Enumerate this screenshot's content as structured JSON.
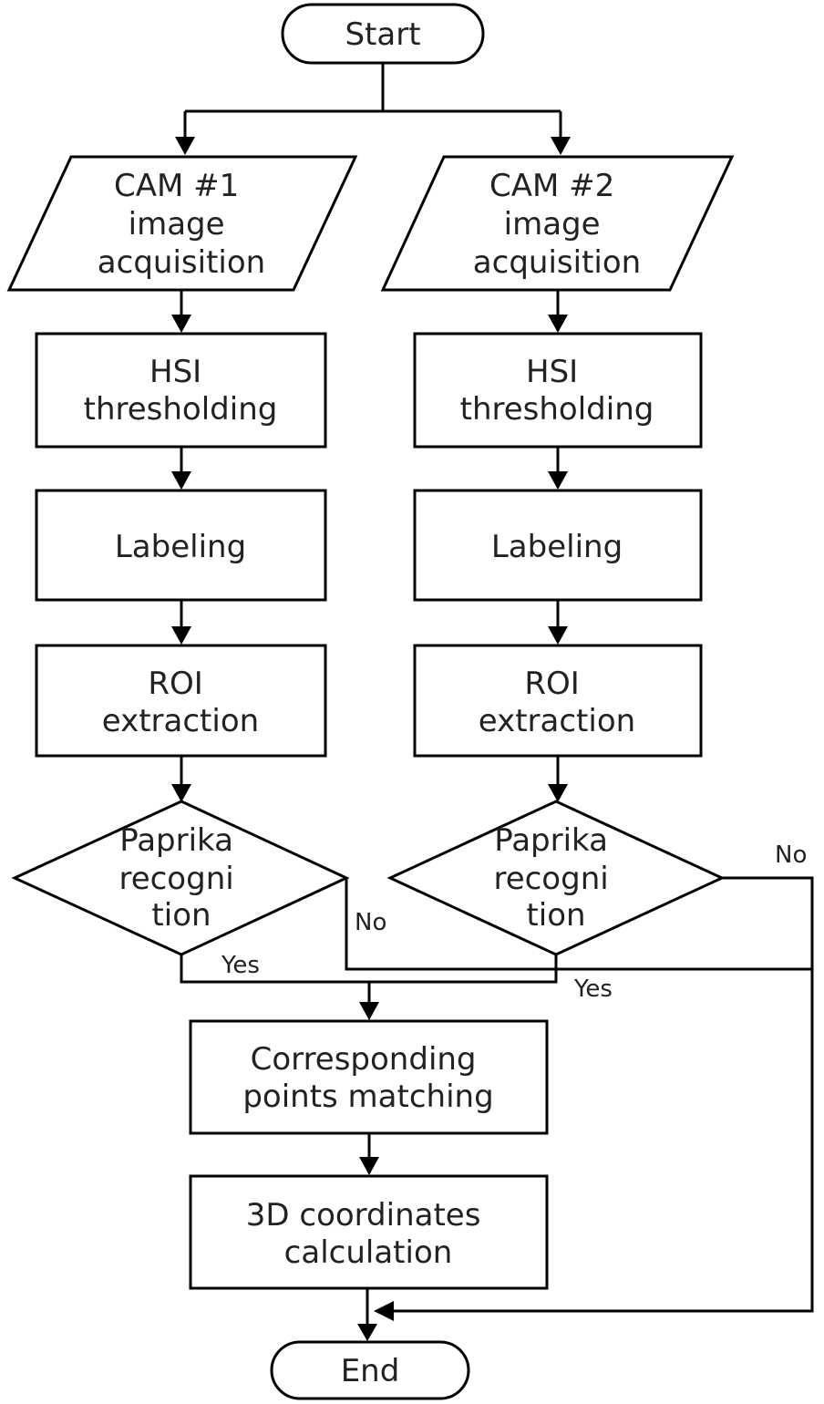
{
  "nodes": {
    "start": "Start",
    "cam1_acquisition": [
      "CAM #1",
      "image",
      "acquisition"
    ],
    "cam2_acquisition": [
      "CAM #2",
      "image",
      "acquisition"
    ],
    "cam1_hsi": [
      "HSI",
      "thresholding"
    ],
    "cam2_hsi": [
      "HSI",
      "thresholding"
    ],
    "cam1_labeling": "Labeling",
    "cam2_labeling": "Labeling",
    "cam1_roi": [
      "ROI",
      "extraction"
    ],
    "cam2_roi": [
      "ROI",
      "extraction"
    ],
    "cam1_recognition": [
      "Paprika",
      "recogni",
      "tion"
    ],
    "cam2_recognition": [
      "Paprika",
      "recogni",
      "tion"
    ],
    "matching": [
      "Corresponding",
      "points matching"
    ],
    "calculation": [
      "3D coordinates",
      "calculation"
    ],
    "end": "End"
  },
  "edge_labels": {
    "cam1_no": "No",
    "cam1_yes": "Yes",
    "cam2_no": "No",
    "cam2_yes": "Yes"
  }
}
